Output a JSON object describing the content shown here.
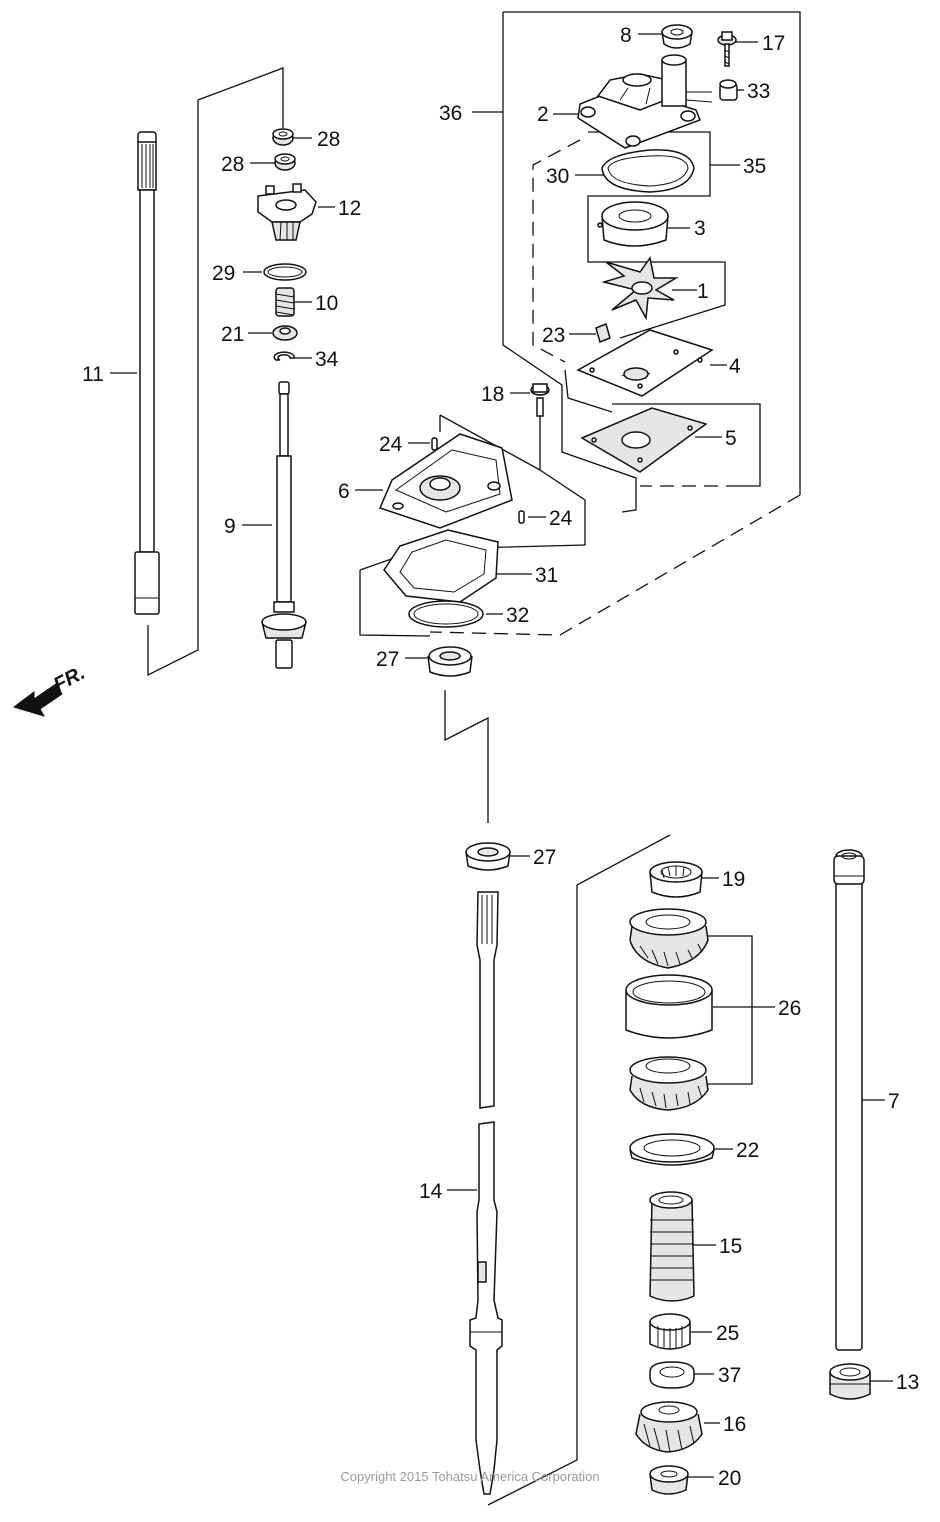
{
  "diagram": {
    "callouts": [
      {
        "id": "c1",
        "text": "1"
      },
      {
        "id": "c2",
        "text": "2"
      },
      {
        "id": "c3",
        "text": "3"
      },
      {
        "id": "c4",
        "text": "4"
      },
      {
        "id": "c5",
        "text": "5"
      },
      {
        "id": "c6",
        "text": "6"
      },
      {
        "id": "c7",
        "text": "7"
      },
      {
        "id": "c8",
        "text": "8"
      },
      {
        "id": "c9",
        "text": "9"
      },
      {
        "id": "c10",
        "text": "10"
      },
      {
        "id": "c11",
        "text": "11"
      },
      {
        "id": "c12",
        "text": "12"
      },
      {
        "id": "c13",
        "text": "13"
      },
      {
        "id": "c14",
        "text": "14"
      },
      {
        "id": "c15",
        "text": "15"
      },
      {
        "id": "c16",
        "text": "16"
      },
      {
        "id": "c17",
        "text": "17"
      },
      {
        "id": "c18",
        "text": "18"
      },
      {
        "id": "c19",
        "text": "19"
      },
      {
        "id": "c20",
        "text": "20"
      },
      {
        "id": "c21",
        "text": "21"
      },
      {
        "id": "c22",
        "text": "22"
      },
      {
        "id": "c23",
        "text": "23"
      },
      {
        "id": "c24a",
        "text": "24"
      },
      {
        "id": "c24b",
        "text": "24"
      },
      {
        "id": "c25",
        "text": "25"
      },
      {
        "id": "c26",
        "text": "26"
      },
      {
        "id": "c27a",
        "text": "27"
      },
      {
        "id": "c27b",
        "text": "27"
      },
      {
        "id": "c28a",
        "text": "28"
      },
      {
        "id": "c28b",
        "text": "28"
      },
      {
        "id": "c29",
        "text": "29"
      },
      {
        "id": "c30",
        "text": "30"
      },
      {
        "id": "c31",
        "text": "31"
      },
      {
        "id": "c32",
        "text": "32"
      },
      {
        "id": "c33",
        "text": "33"
      },
      {
        "id": "c34",
        "text": "34"
      },
      {
        "id": "c35",
        "text": "35"
      },
      {
        "id": "c36",
        "text": "36"
      },
      {
        "id": "c37",
        "text": "37"
      }
    ],
    "front_marker": "FR.",
    "copyright": "Copyright 2015 Tohatsu America Corporation"
  }
}
